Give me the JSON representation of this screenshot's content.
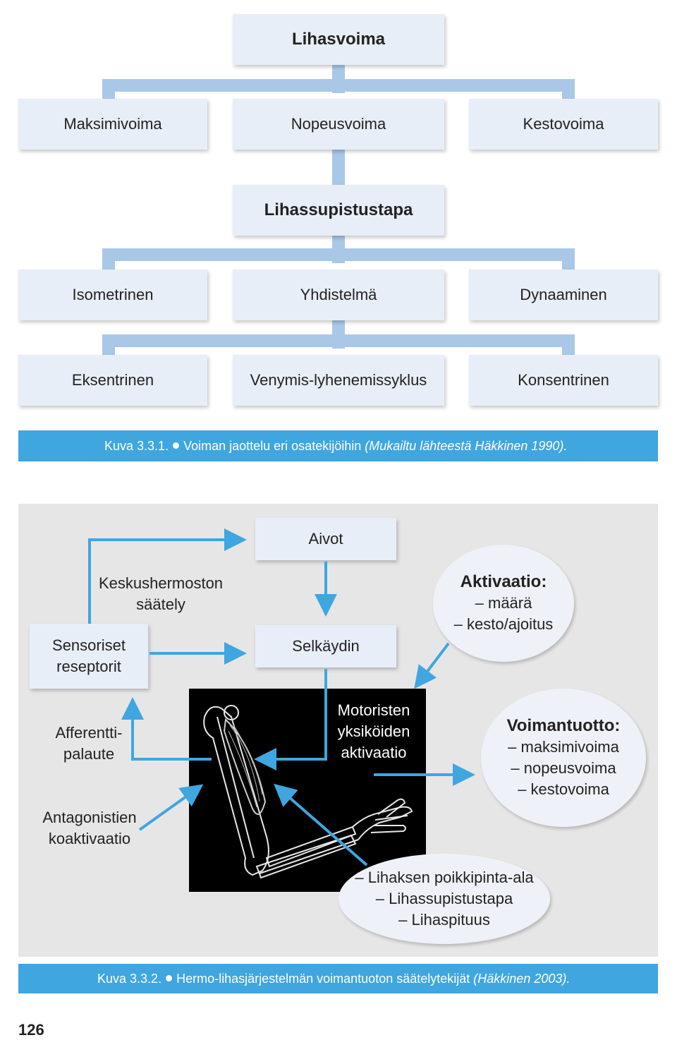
{
  "figure1": {
    "top": "Lihasvoima",
    "row1": [
      "Maksimivoima",
      "Nopeusvoima",
      "Kestovoima"
    ],
    "mid": "Lihassupistustapa",
    "row2": [
      "Isometrinen",
      "Yhdistelmä",
      "Dynaaminen"
    ],
    "row3": [
      "Eksentrinen",
      "Venymis-lyhenemissyklus",
      "Konsentrinen"
    ],
    "caption": {
      "label": "Kuva 3.3.1.",
      "text": "Voiman jaottelu eri osatekijöihin",
      "source": "(Mukailtu lähteestä Häkkinen 1990)."
    }
  },
  "figure2": {
    "aivot": "Aivot",
    "selkaydin": "Selkäydin",
    "keskushermoston": [
      "Keskushermoston",
      "säätely"
    ],
    "sensoriset": [
      "Sensoriset",
      "reseptorit"
    ],
    "afferentti": [
      "Afferentti-",
      "palaute"
    ],
    "antagonistien": [
      "Antagonistien",
      "koaktivaatio"
    ],
    "motoriset": [
      "Motoristen",
      "yksiköiden",
      "aktivaatio"
    ],
    "aktivaatio": {
      "title": "Aktivaatio:",
      "items": [
        "– määrä",
        "– kesto/ajoitus"
      ]
    },
    "voimantuotto": {
      "title": "Voimantuotto:",
      "items": [
        "– maksimivoima",
        "– nopeusvoima",
        "– kestovoima"
      ]
    },
    "lihas": [
      "– Lihaksen poikkipinta-ala",
      "– Lihassupistustapa",
      "– Lihaspituus"
    ],
    "caption": {
      "label": "Kuva 3.3.2.",
      "text": "Hermo-lihasjärjestelmän voimantuoton säätelytekijät",
      "source": "(Häkkinen 2003)."
    }
  },
  "page_number": "126",
  "colors": {
    "accent": "#3fa6e0",
    "connector": "#a9c8e8",
    "box": "#e8eef7"
  }
}
